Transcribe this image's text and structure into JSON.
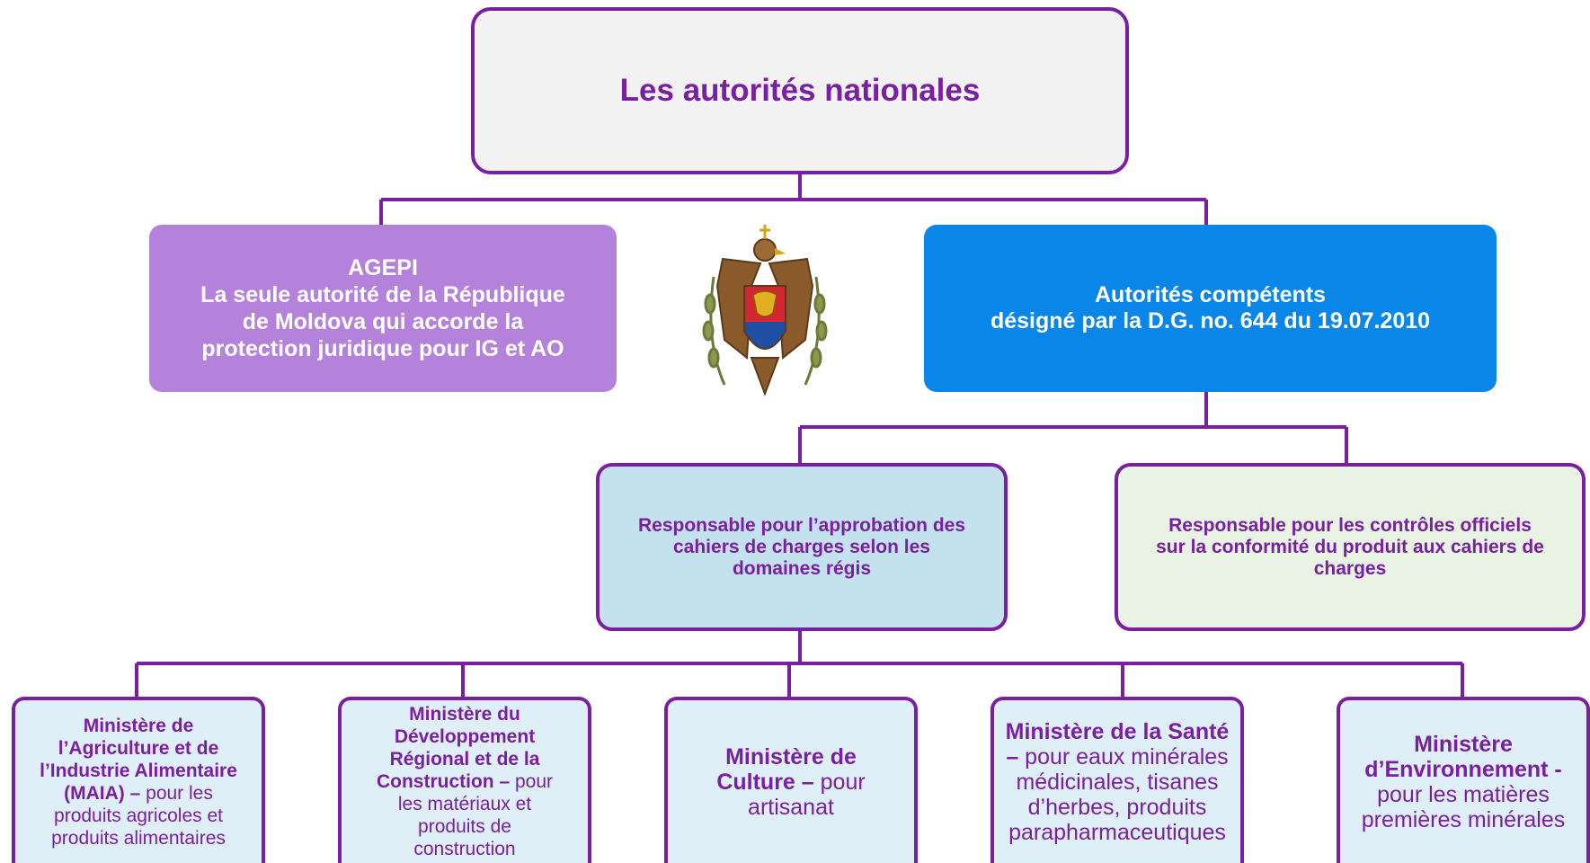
{
  "colors": {
    "line": "#7a1fa2",
    "title_bg": "#f2f2f2",
    "agepi_bg": "#b482db",
    "competents_bg": "#0a86e8",
    "approval_bg": "#c3e2ee",
    "controls_bg": "#e8f3e4",
    "ministry_bg": "#dfeff7"
  },
  "title": "Les autorités nationales",
  "agepi": {
    "line1": "AGEPI",
    "line2": "La seule autorité de la République",
    "line3": "de Moldova qui accorde la",
    "line4": "protection juridique pour IG et AO"
  },
  "competents": {
    "line1": "Autorités compétents",
    "line2": "désigné par la D.G. no. 644 du 19.07.2010"
  },
  "emblem": {
    "icon": "moldova-coat-of-arms"
  },
  "responsibilities": {
    "approval": {
      "line1": "Responsable pour l’approbation des",
      "line2": "cahiers de charges selon les",
      "line3": "domaines régis"
    },
    "controls": {
      "line1": "Responsable pour les contrôles officiels",
      "line2": "sur la conformité du produit aux cahiers de",
      "line3": "charges"
    }
  },
  "ministries": {
    "agriculture": {
      "bold1": "Ministère de",
      "bold2": "l’Agriculture et de",
      "bold3": "l’Industrie Alimentaire",
      "bold4": "(MAIA) –",
      "rest1": " pour les",
      "rest2": "produits agricoles et",
      "rest3": "produits alimentaires"
    },
    "development": {
      "bold1": "Ministère du",
      "bold2": "Développement",
      "bold3": "Régional et de la",
      "bold4": "Construction –",
      "rest1": " pour",
      "rest2": "les matériaux et",
      "rest3": "produits de",
      "rest4": "construction"
    },
    "culture": {
      "bold1": "Ministère de",
      "bold2": "Culture –",
      "rest1": " pour",
      "rest2": "artisanat"
    },
    "health": {
      "bold1": "Ministère de la Santé",
      "bold2": "–",
      "rest1": " pour eaux minérales",
      "rest2": "médicinales, tisanes",
      "rest3": "d’herbes, produits",
      "rest4": "parapharmaceutiques"
    },
    "environment": {
      "bold1": "Ministère",
      "bold2": "d’Environnement -",
      "rest1": "pour les matières",
      "rest2": "premières minérales"
    }
  }
}
